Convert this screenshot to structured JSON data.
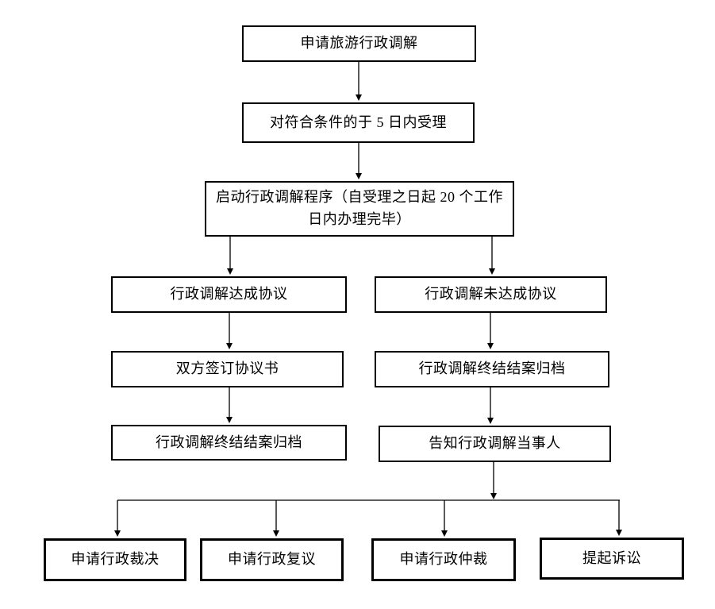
{
  "diagram_type": "flowchart",
  "colors": {
    "background": "#ffffff",
    "box_border": "#000000",
    "line": "#000000",
    "text": "#000000"
  },
  "nodes": [
    {
      "id": "apply",
      "label": "申请旅游行政调解"
    },
    {
      "id": "accept",
      "label": "对符合条件的于 5 日内受理"
    },
    {
      "id": "start",
      "label": "启动行政调解程序（自受理之日起 20 个工作\n日内办理完毕）"
    },
    {
      "id": "reached",
      "label": "行政调解达成协议"
    },
    {
      "id": "not-reached",
      "label": "行政调解未达成协议"
    },
    {
      "id": "sign",
      "label": "双方签订协议书"
    },
    {
      "id": "close-right",
      "label": "行政调解终结结案归档"
    },
    {
      "id": "close-left",
      "label": "行政调解终结结案归档"
    },
    {
      "id": "notify",
      "label": "告知行政调解当事人"
    },
    {
      "id": "ruling",
      "label": "申请行政裁决"
    },
    {
      "id": "reconsideration",
      "label": "申请行政复议"
    },
    {
      "id": "arbitration",
      "label": "申请行政仲裁"
    },
    {
      "id": "litigation",
      "label": "提起诉讼"
    }
  ],
  "edges": [
    {
      "from": "apply",
      "to": "accept"
    },
    {
      "from": "accept",
      "to": "start"
    },
    {
      "from": "start",
      "to": "reached"
    },
    {
      "from": "start",
      "to": "not-reached"
    },
    {
      "from": "reached",
      "to": "sign"
    },
    {
      "from": "sign",
      "to": "close-left"
    },
    {
      "from": "not-reached",
      "to": "close-right"
    },
    {
      "from": "close-right",
      "to": "notify"
    },
    {
      "from": "notify",
      "to": "ruling"
    },
    {
      "from": "notify",
      "to": "reconsideration"
    },
    {
      "from": "notify",
      "to": "arbitration"
    },
    {
      "from": "notify",
      "to": "litigation"
    }
  ]
}
